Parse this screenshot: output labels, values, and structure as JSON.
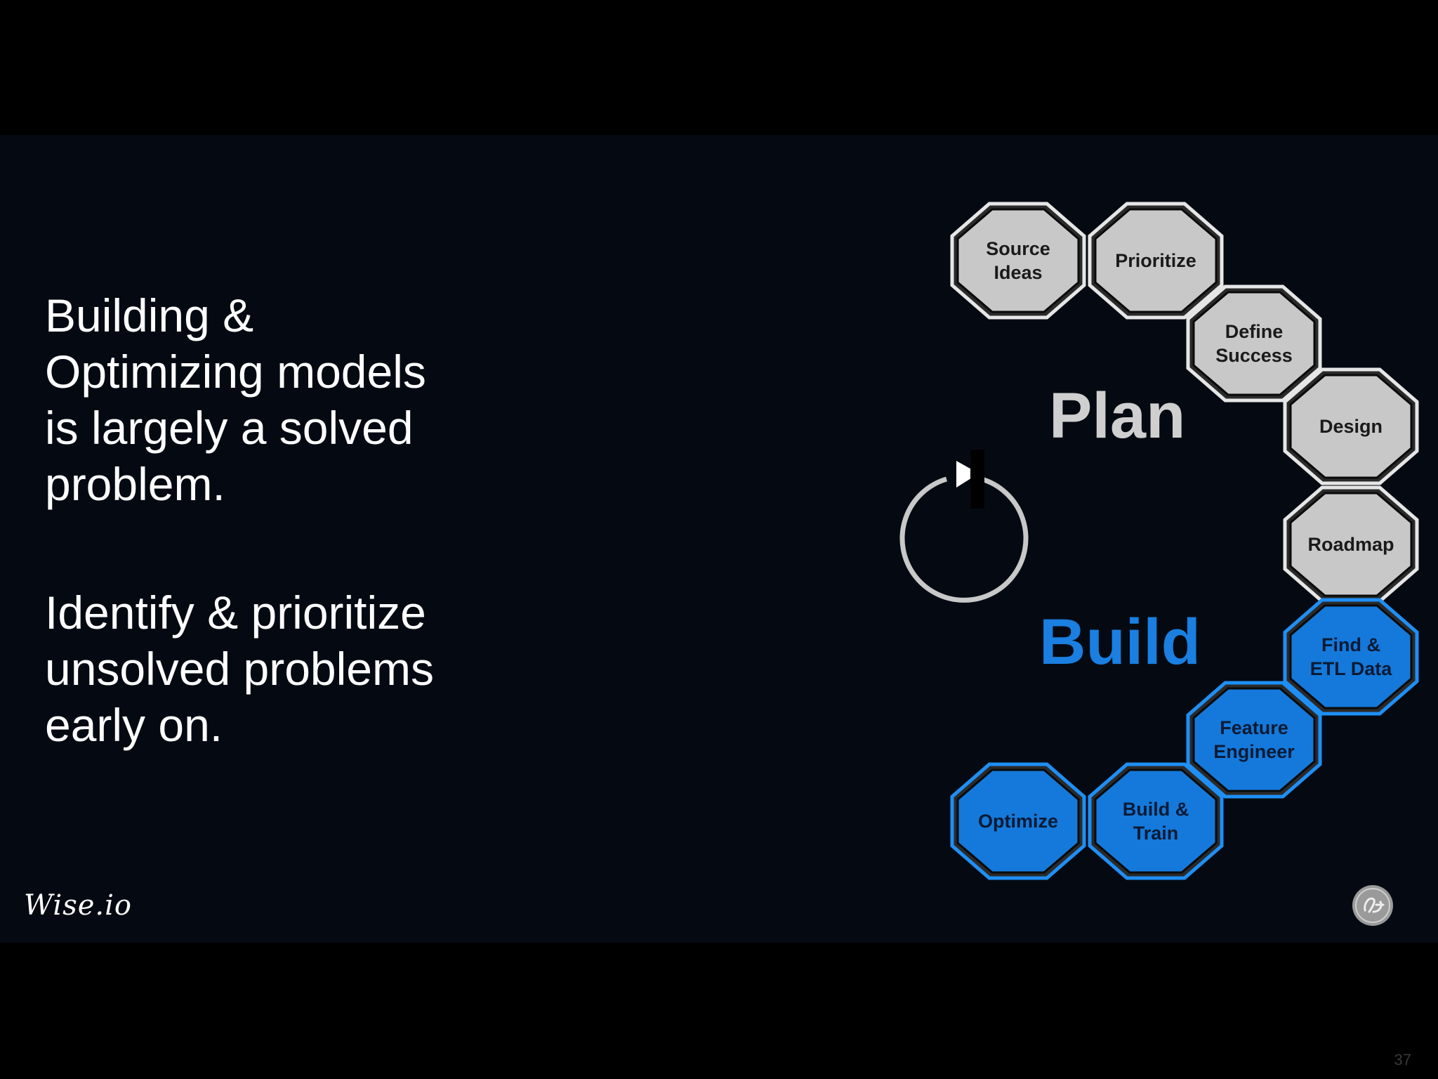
{
  "slide": {
    "paragraph1": [
      "Building &",
      "Optimizing models",
      "is largely a solved",
      "problem."
    ],
    "paragraph2": [
      "Identify & prioritize",
      "unsolved problems",
      "early on."
    ],
    "page_number": "37"
  },
  "diagram": {
    "plan_label": "Plan",
    "build_label": "Build",
    "cycle_icon": "circular-arrow-icon",
    "plan_steps": [
      {
        "line1": "Source",
        "line2": "Ideas"
      },
      {
        "line1": "Prioritize",
        "line2": ""
      },
      {
        "line1": "Define",
        "line2": "Success"
      },
      {
        "line1": "Design",
        "line2": ""
      },
      {
        "line1": "Roadmap",
        "line2": ""
      }
    ],
    "build_steps": [
      {
        "line1": "Find &",
        "line2": "ETL Data"
      },
      {
        "line1": "Feature",
        "line2": "Engineer"
      },
      {
        "line1": "Build &",
        "line2": "Train"
      },
      {
        "line1": "Optimize",
        "line2": ""
      }
    ],
    "colors": {
      "plan_fill": "#c8c8c8",
      "plan_stroke": "#e6e6e6",
      "build_fill": "#1479db",
      "build_stroke": "#1e8ff5",
      "plan_text": "#cfcfcf",
      "build_text": "#1a7fe0"
    }
  },
  "logos": {
    "left": "Wise.io",
    "right_icon": "ge-logo-icon"
  }
}
